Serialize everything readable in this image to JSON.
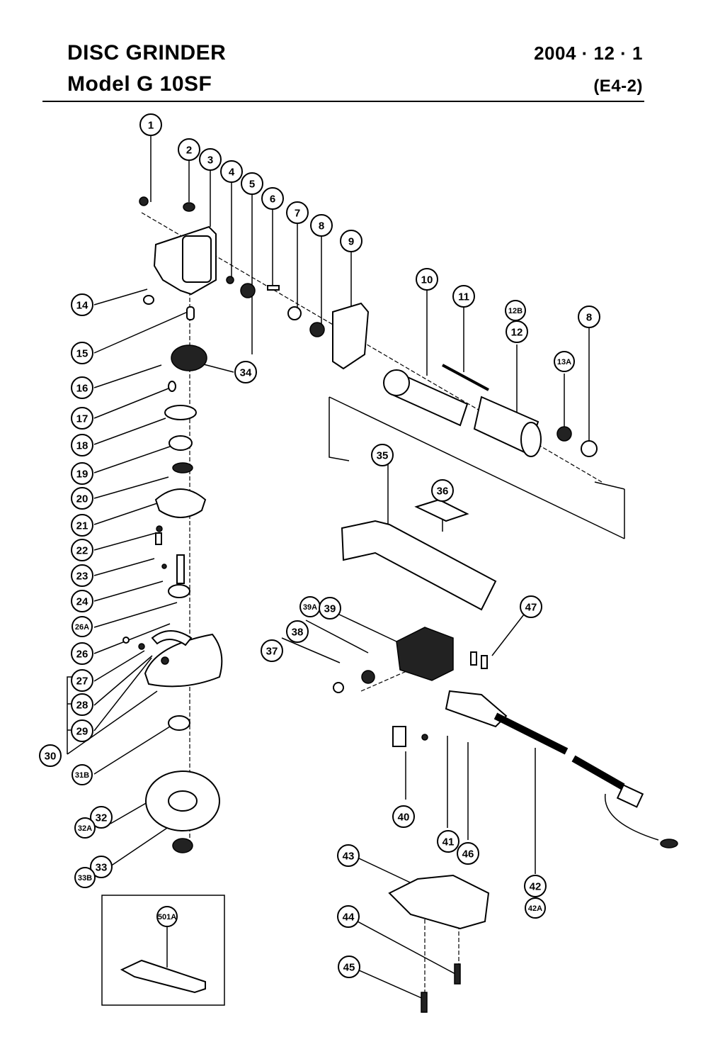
{
  "header": {
    "title": "DISC  GRINDER",
    "model": "Model  G  10SF",
    "date": "2004 · 12 · 1",
    "code": "(E4-2)"
  },
  "callouts": [
    {
      "id": "c1",
      "label": "1"
    },
    {
      "id": "c2",
      "label": "2"
    },
    {
      "id": "c3",
      "label": "3"
    },
    {
      "id": "c4",
      "label": "4"
    },
    {
      "id": "c5",
      "label": "5"
    },
    {
      "id": "c6",
      "label": "6"
    },
    {
      "id": "c7",
      "label": "7"
    },
    {
      "id": "c8a",
      "label": "8"
    },
    {
      "id": "c9",
      "label": "9"
    },
    {
      "id": "c10",
      "label": "10"
    },
    {
      "id": "c11",
      "label": "11"
    },
    {
      "id": "c12b",
      "label": "12B"
    },
    {
      "id": "c12",
      "label": "12"
    },
    {
      "id": "c13a",
      "label": "13A"
    },
    {
      "id": "c8b",
      "label": "8"
    },
    {
      "id": "c14",
      "label": "14"
    },
    {
      "id": "c15",
      "label": "15"
    },
    {
      "id": "c16",
      "label": "16"
    },
    {
      "id": "c17",
      "label": "17"
    },
    {
      "id": "c18",
      "label": "18"
    },
    {
      "id": "c19",
      "label": "19"
    },
    {
      "id": "c20",
      "label": "20"
    },
    {
      "id": "c21",
      "label": "21"
    },
    {
      "id": "c22",
      "label": "22"
    },
    {
      "id": "c23",
      "label": "23"
    },
    {
      "id": "c24",
      "label": "24"
    },
    {
      "id": "c26a",
      "label": "26A"
    },
    {
      "id": "c26",
      "label": "26"
    },
    {
      "id": "c27",
      "label": "27"
    },
    {
      "id": "c28",
      "label": "28"
    },
    {
      "id": "c29",
      "label": "29"
    },
    {
      "id": "c30",
      "label": "30"
    },
    {
      "id": "c31b",
      "label": "31B"
    },
    {
      "id": "c32",
      "label": "32"
    },
    {
      "id": "c32a",
      "label": "32A"
    },
    {
      "id": "c33",
      "label": "33"
    },
    {
      "id": "c33b",
      "label": "33B"
    },
    {
      "id": "c34",
      "label": "34"
    },
    {
      "id": "c35",
      "label": "35"
    },
    {
      "id": "c36",
      "label": "36"
    },
    {
      "id": "c37",
      "label": "37"
    },
    {
      "id": "c38",
      "label": "38"
    },
    {
      "id": "c39a",
      "label": "39A"
    },
    {
      "id": "c39",
      "label": "39"
    },
    {
      "id": "c40",
      "label": "40"
    },
    {
      "id": "c41",
      "label": "41"
    },
    {
      "id": "c42",
      "label": "42"
    },
    {
      "id": "c42a",
      "label": "42A"
    },
    {
      "id": "c43",
      "label": "43"
    },
    {
      "id": "c44",
      "label": "44"
    },
    {
      "id": "c45",
      "label": "45"
    },
    {
      "id": "c46",
      "label": "46"
    },
    {
      "id": "c47",
      "label": "47"
    },
    {
      "id": "c501a",
      "label": "501A"
    }
  ]
}
